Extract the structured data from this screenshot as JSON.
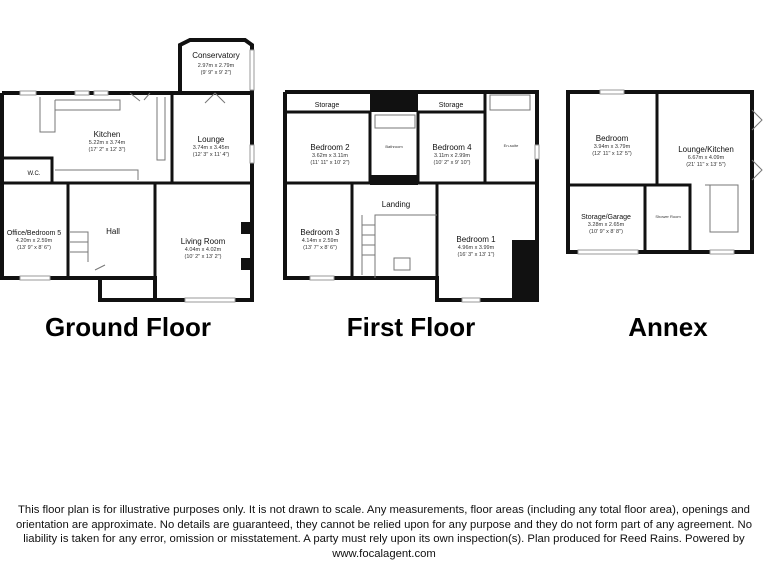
{
  "floors": {
    "ground": {
      "title": "Ground Floor",
      "rooms": {
        "conservatory": {
          "name": "Conservatory",
          "metric": "2.97m x 2.79m",
          "imperial": "(9' 9\" x 9' 2\")"
        },
        "kitchen": {
          "name": "Kitchen",
          "metric": "5.22m x 3.74m",
          "imperial": "(17' 2\" x 12' 3\")"
        },
        "lounge": {
          "name": "Lounge",
          "metric": "3.74m x 3.45m",
          "imperial": "(12' 3\" x 11' 4\")"
        },
        "wc": {
          "name": "W.C."
        },
        "office": {
          "name": "Office/Bedroom 5",
          "metric": "4.20m x 2.59m",
          "imperial": "(13' 9\" x 8' 6\")"
        },
        "hall": {
          "name": "Hall"
        },
        "living": {
          "name": "Living Room",
          "metric": "4.04m x 4.02m",
          "imperial": "(10' 2\" x 13' 2\")"
        }
      }
    },
    "first": {
      "title": "First Floor",
      "rooms": {
        "storage_a": {
          "name": "Storage"
        },
        "storage_b": {
          "name": "Storage"
        },
        "bedroom2": {
          "name": "Bedroom 2",
          "metric": "3.62m x 3.11m",
          "imperial": "(11' 11\" x 10' 2\")"
        },
        "bathroom": {
          "name": "Bathroom"
        },
        "bedroom4": {
          "name": "Bedroom 4",
          "metric": "3.11m x 2.99m",
          "imperial": "(10' 2\" x 9' 10\")"
        },
        "ensuite": {
          "name": "En-suite"
        },
        "landing": {
          "name": "Landing"
        },
        "bedroom3": {
          "name": "Bedroom 3",
          "metric": "4.14m x 2.59m",
          "imperial": "(13' 7\" x 8' 6\")"
        },
        "bedroom1": {
          "name": "Bedroom 1",
          "metric": "4.96m x 3.99m",
          "imperial": "(16' 3\" x 13' 1\")"
        }
      }
    },
    "annex": {
      "title": "Annex",
      "rooms": {
        "bedroom": {
          "name": "Bedroom",
          "metric": "3.94m x 3.79m",
          "imperial": "(12' 11\" x 12' 5\")"
        },
        "lounge_kitchen": {
          "name": "Lounge/Kitchen",
          "metric": "6.67m x 4.09m",
          "imperial": "(21' 11\" x 13' 5\")"
        },
        "storage_garage": {
          "name": "Storage/Garage",
          "metric": "3.28m x 2.65m",
          "imperial": "(10' 9\" x 8' 8\")"
        },
        "shower": {
          "name": "Shower Room"
        }
      }
    }
  },
  "disclaimer": "This floor plan is for illustrative purposes only. It is not drawn to scale. Any measurements, floor areas (including any total floor area), openings and orientation are approximate. No details are guaranteed, they cannot be relied upon for any purpose and they do not form part of any agreement. No liability is taken for any error, omission or misstatement. A party must rely upon its own inspection(s). Plan produced for Reed Rains. Powered by www.focalagent.com"
}
